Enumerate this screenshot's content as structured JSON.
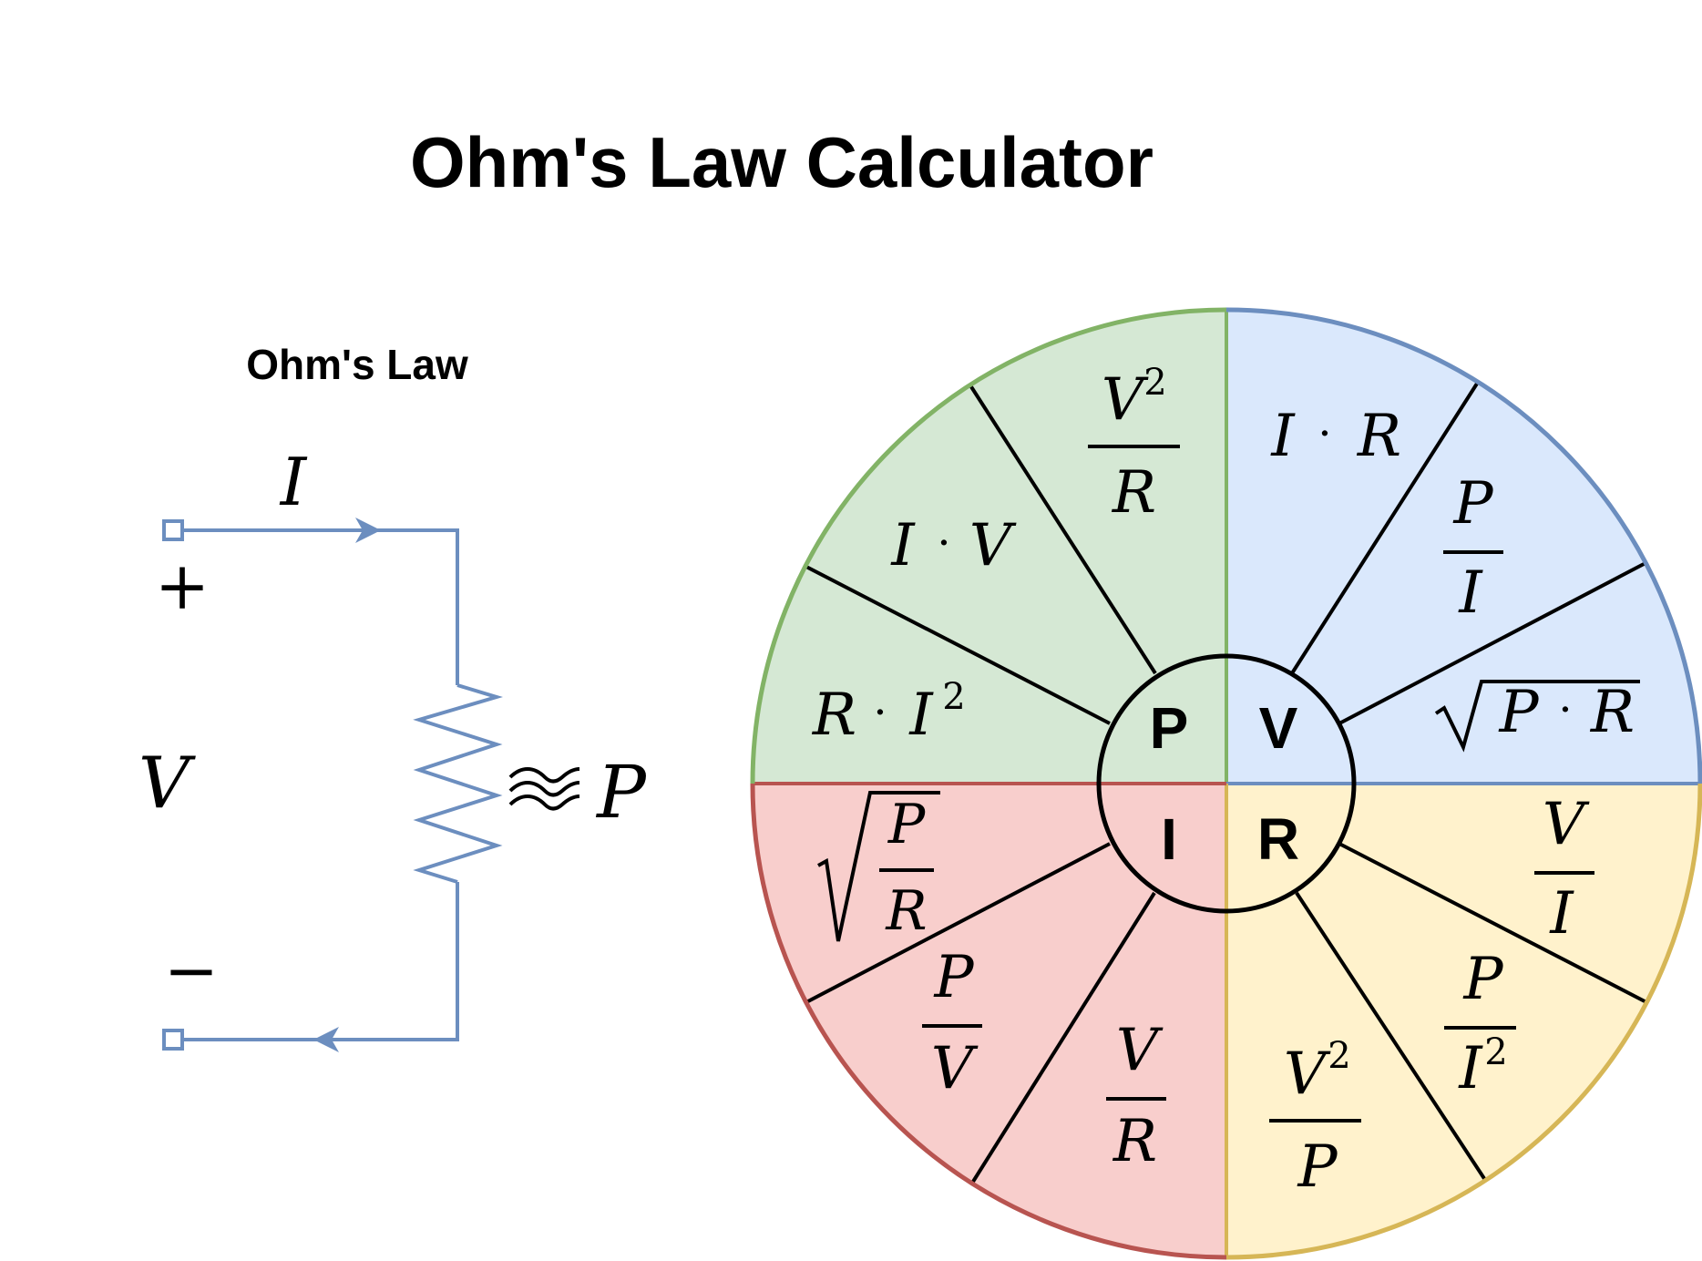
{
  "title": "Ohm's Law Calculator",
  "circuit": {
    "heading": "Ohm's Law",
    "current_label": "I",
    "voltage_label": "V",
    "power_label": "P",
    "plus_sign": "+",
    "minus_sign": "−",
    "wire_color": "#6c8ebf"
  },
  "wheel": {
    "colors": {
      "P": {
        "fill": "#d5e8d4",
        "stroke": "#82b366"
      },
      "V": {
        "fill": "#dae8fc",
        "stroke": "#6c8ebf"
      },
      "I": {
        "fill": "#f8cecc",
        "stroke": "#b85450"
      },
      "R": {
        "fill": "#fff2cc",
        "stroke": "#d6b656"
      }
    },
    "hub": {
      "P": "P",
      "V": "V",
      "I": "I",
      "R": "R"
    },
    "formulas": {
      "P": [
        "V²/R",
        "I · V",
        "R · I²"
      ],
      "V": [
        "I · R",
        "P/I",
        "√(P · R)"
      ],
      "I": [
        "√(P/R)",
        "P/V",
        "V/R"
      ],
      "R": [
        "V/I",
        "P/I²",
        "V²/P"
      ]
    }
  },
  "math_text": {
    "I": "I",
    "V": "V",
    "R": "R",
    "P": "P",
    "sq": "2",
    "dot": "·",
    "IR_I": "I",
    "IR_R": "R",
    "IV_I": "I",
    "IV_V": "V",
    "RI2_R": "R",
    "RI2_I": "I"
  }
}
